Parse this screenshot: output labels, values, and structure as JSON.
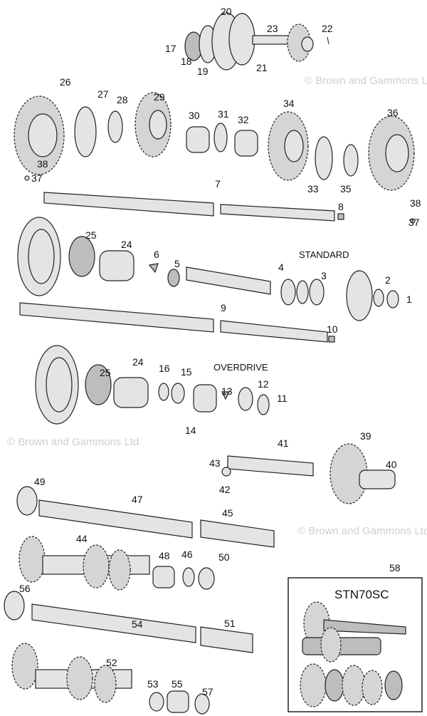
{
  "watermark": "© Brown and Gammons Ltd",
  "section_labels": {
    "standard": "STANDARD",
    "overdrive": "OVERDRIVE",
    "kit": "STN70SC"
  },
  "callouts": {
    "c20": "20",
    "c23": "23",
    "c22": "22",
    "c17": "17",
    "c18": "18",
    "c19": "19",
    "c21": "21",
    "c26": "26",
    "c27": "27",
    "c28": "28",
    "c29": "29",
    "c30": "30",
    "c31": "31",
    "c32": "32",
    "c34": "34",
    "c36": "36",
    "c33": "33",
    "c35": "35",
    "c38a": "38",
    "c37a": "37",
    "c38b": "38",
    "c37b": "37",
    "c7": "7",
    "c8": "8",
    "c25a": "25",
    "c24a": "24",
    "c6": "6",
    "c5": "5",
    "c4": "4",
    "c3": "3",
    "c2": "2",
    "c1": "1",
    "c9": "9",
    "c10": "10",
    "c25b": "25",
    "c24b": "24",
    "c16": "16",
    "c15": "15",
    "c12": "12",
    "c13": "13",
    "c11": "11",
    "c14": "14",
    "c41": "41",
    "c39": "39",
    "c43": "43",
    "c42": "42",
    "c40": "40",
    "c49": "49",
    "c47": "47",
    "c45": "45",
    "c44": "44",
    "c48": "48",
    "c46": "46",
    "c50": "50",
    "c58": "58",
    "c56": "56",
    "c54": "54",
    "c51": "51",
    "c52": "52",
    "c53": "53",
    "c55": "55",
    "c57": "57"
  }
}
